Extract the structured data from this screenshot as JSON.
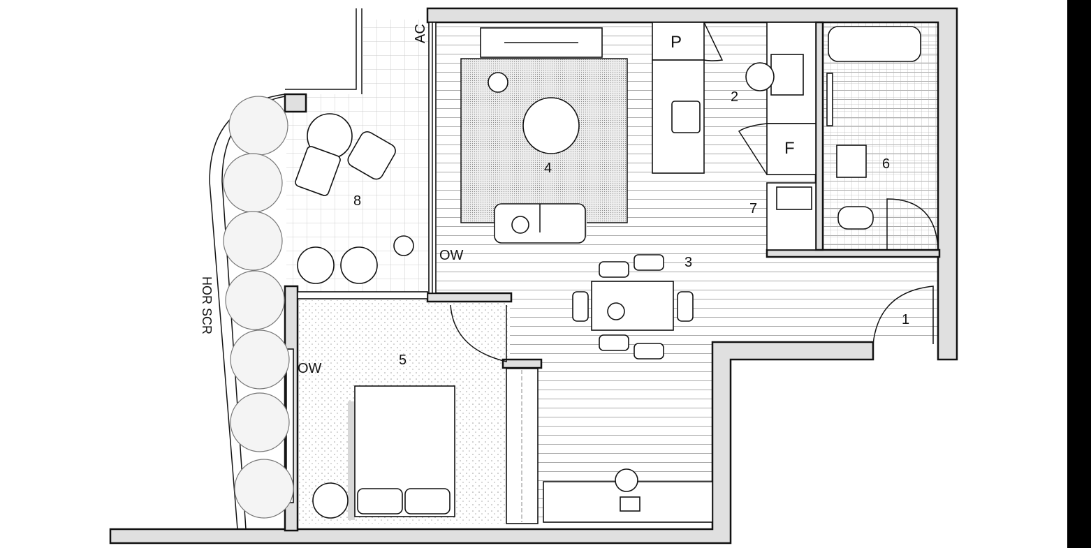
{
  "plan": {
    "labels": {
      "entry": "1",
      "kitchen": "2",
      "dining": "3",
      "living": "4",
      "bedroom": "5",
      "bathroom": "6",
      "laundry": "7",
      "balcony": "8",
      "pantry": "P",
      "fridge": "F",
      "air_conditioner": "AC",
      "operable_wall_living": "OW",
      "operable_wall_bedroom": "OW",
      "horizontal_screen": "HOR SCR"
    }
  },
  "colors": {
    "wall_fill": "#e0e0e0",
    "line": "#111111",
    "frame_edge": "#000000"
  }
}
